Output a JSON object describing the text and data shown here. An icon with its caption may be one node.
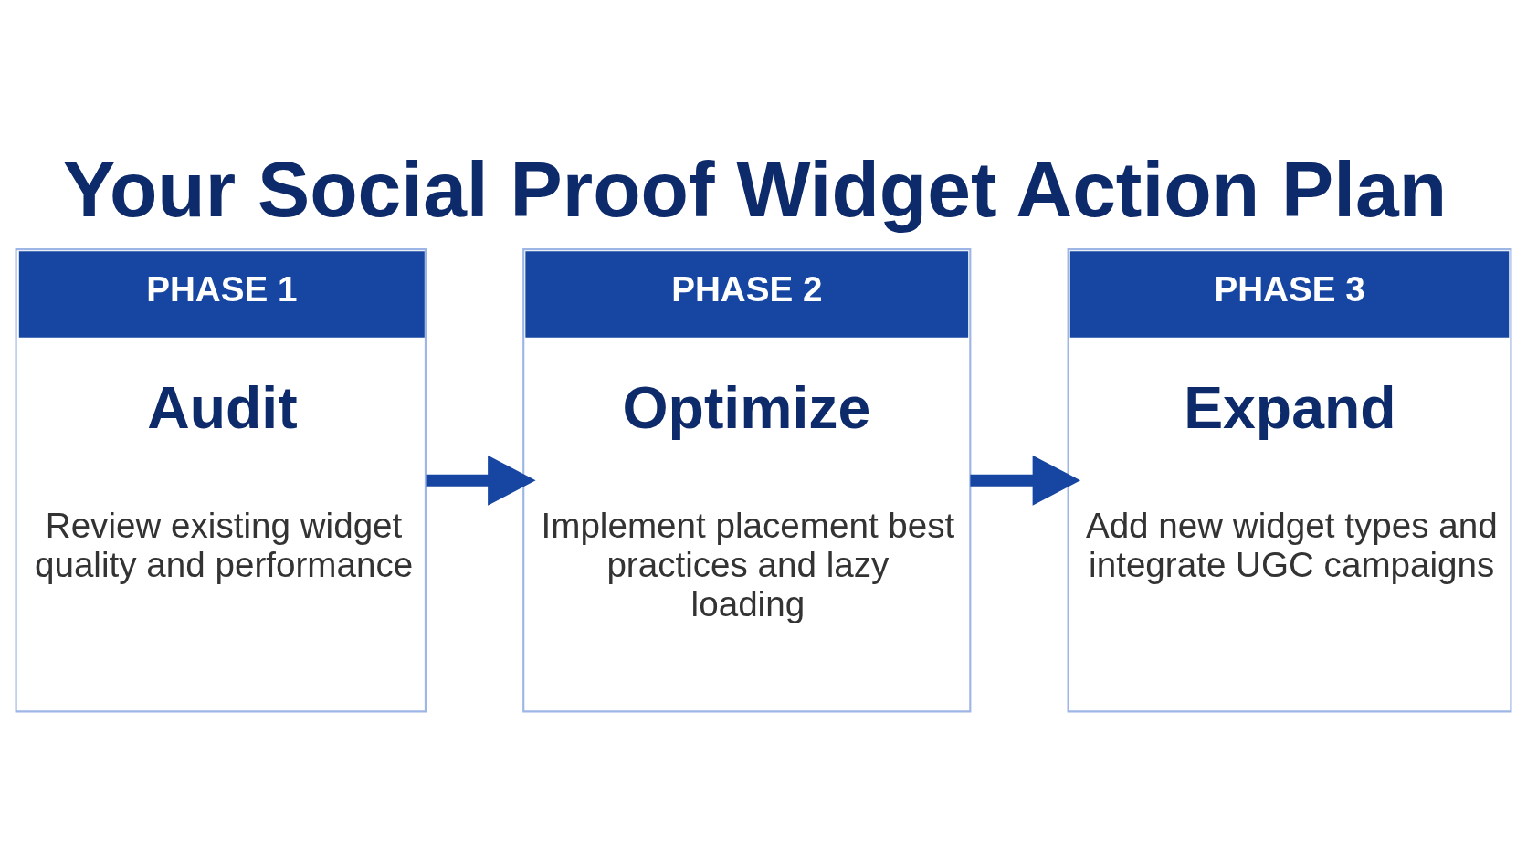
{
  "diagram": {
    "title": "Your Social Proof Widget Action Plan",
    "nodes": [
      {
        "text": [
          "PHASE 1",
          "Audit",
          "Review existing widget quality and performance"
        ]
      },
      {
        "text": [
          "PHASE 2",
          "Optimize",
          "Implement placement best practices and lazy loading"
        ]
      },
      {
        "text": [
          "PHASE 3",
          "Expand",
          "Add new widget types and integrate UGC campaigns"
        ]
      }
    ],
    "edges": [
      {
        "from": 0,
        "to": 1,
        "arrow": "to"
      },
      {
        "from": 1,
        "to": 2,
        "arrow": "to"
      }
    ]
  }
}
